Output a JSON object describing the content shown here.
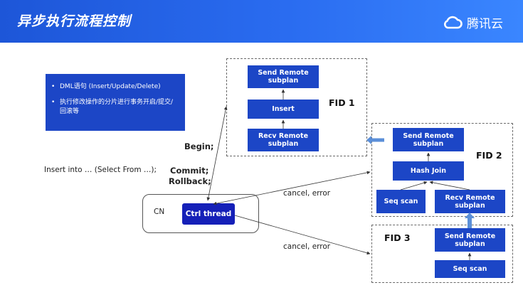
{
  "header": {
    "title": "异步执行流程控制",
    "brand": "腾讯云"
  },
  "info": {
    "items": [
      "DML语句 (Insert/Update/Delete)",
      "执行修改操作的分片进行事务开启/提交/回滚等"
    ]
  },
  "query_label": "Insert into … (Select From …);",
  "cn_label": "CN",
  "ctrl_thread": "Ctrl thread",
  "edge_labels": {
    "begin": "Begin;",
    "commit": "Commit;",
    "rollback": "Rollback;",
    "cancel_error_1": "cancel, error",
    "cancel_error_2": "cancel, error"
  },
  "fid1": {
    "label": "FID 1",
    "send": [
      "Send Remote",
      "subplan"
    ],
    "insert": "Insert",
    "recv": [
      "Recv Remote",
      "subplan"
    ]
  },
  "fid2": {
    "label": "FID 2",
    "send": [
      "Send Remote",
      "subplan"
    ],
    "hash_join": "Hash Join",
    "seq_scan": "Seq scan",
    "recv": [
      "Recv Remote",
      "subplan"
    ]
  },
  "fid3": {
    "label": "FID 3",
    "send": [
      "Send Remote",
      "subplan"
    ],
    "seq_scan": "Seq scan"
  },
  "colors": {
    "header": "#2a6cf0",
    "node": "#1c46c6",
    "ctrl": "#1520b8",
    "link_arrow": "#5b8fd8"
  }
}
